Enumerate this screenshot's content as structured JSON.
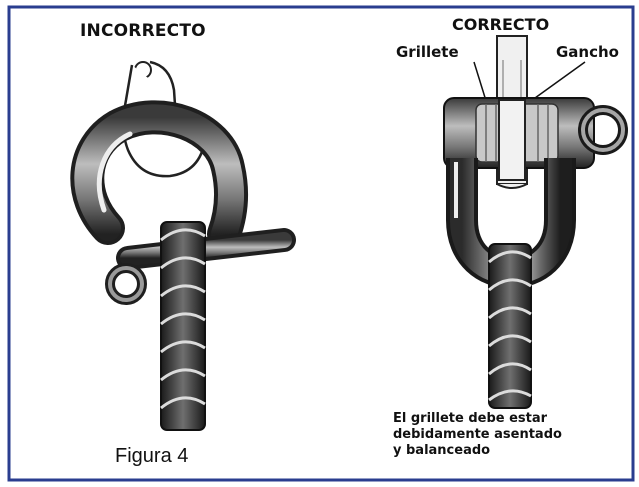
{
  "headings": {
    "incorrect": "INCORRECTO",
    "correct": "CORRECTO"
  },
  "callouts": {
    "shackle": "Grillete",
    "hook": "Gancho"
  },
  "note": "El grillete debe estar\ndebidamente asentado\ny balanceado",
  "caption": "Figura 4",
  "colors": {
    "frame_border": "#2a3d8f",
    "ink": "#111111",
    "metal_dark": "#2b2b2b",
    "metal_mid": "#7a7a7a",
    "metal_light": "#d8d8d8"
  }
}
